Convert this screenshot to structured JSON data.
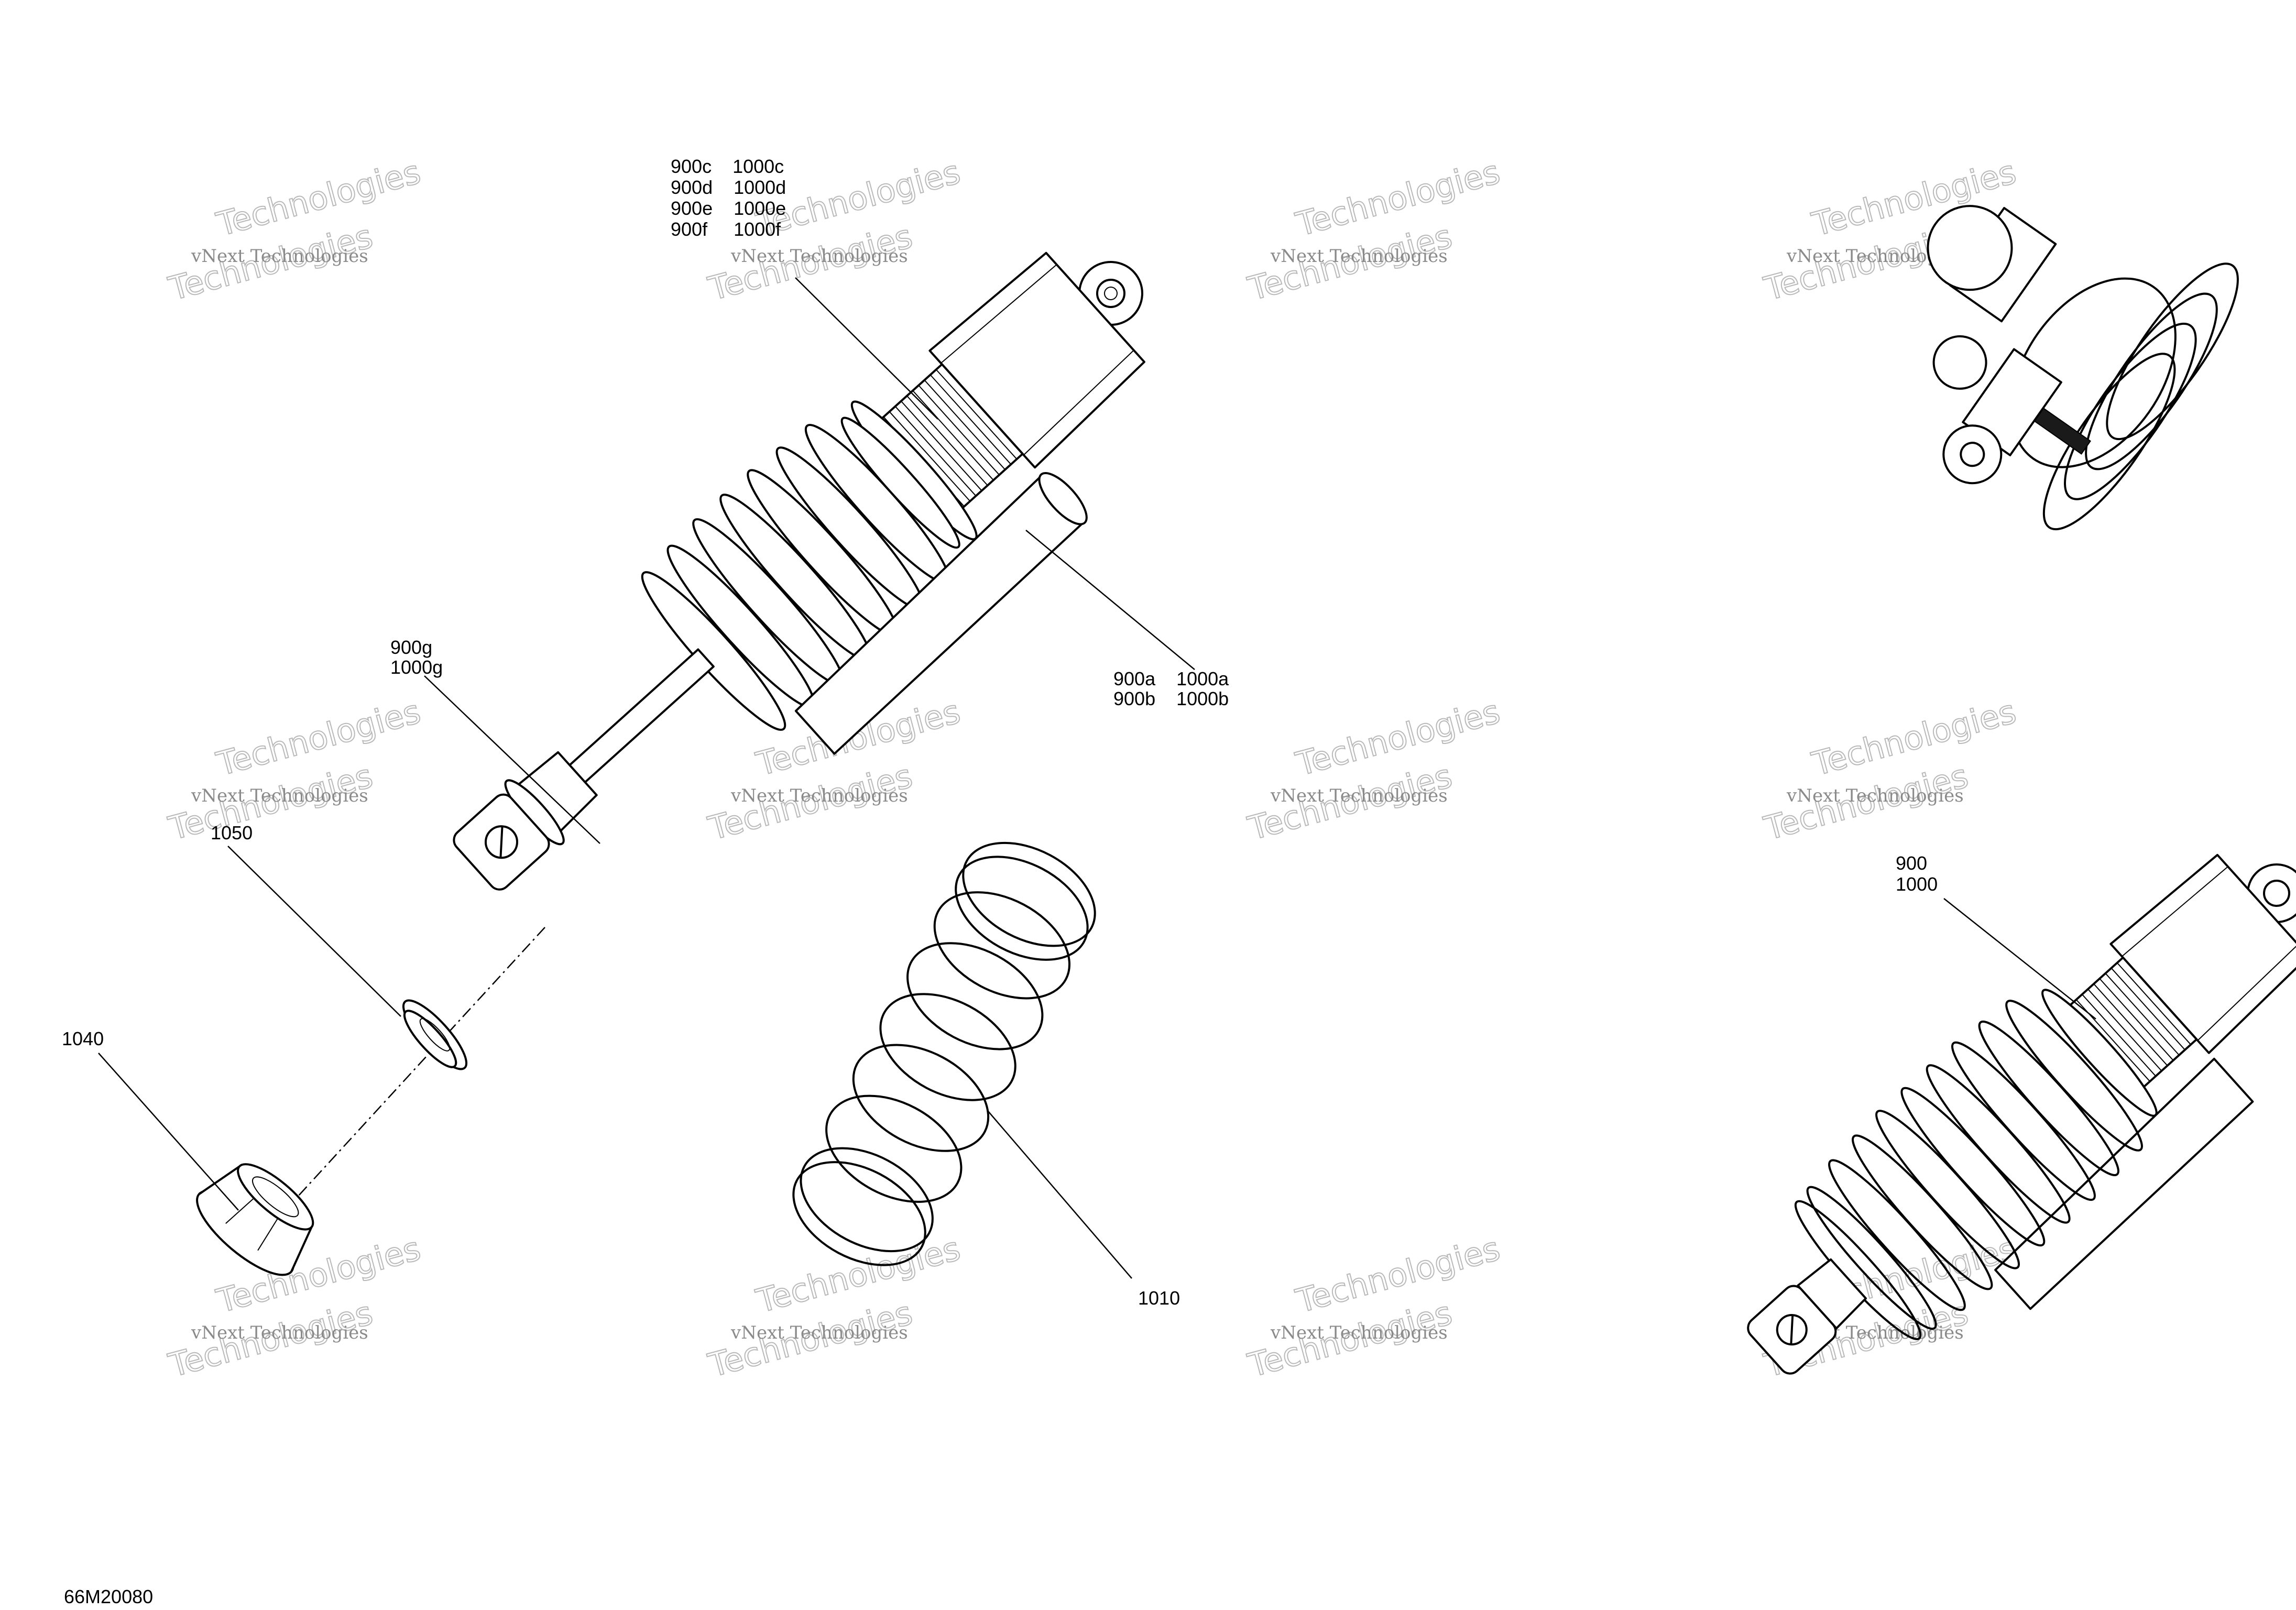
{
  "diagram": {
    "drawing_number": "66M20080",
    "watermark": {
      "line1": "vNext Technologies",
      "line2": "Technologies"
    },
    "callouts": {
      "top_shock_upper": [
        "900c    1000c",
        "900d    1000d",
        "900e    1000e",
        "900f     1000f"
      ],
      "top_shock_right": [
        "900a    1000a",
        "900b    1000b"
      ],
      "top_shock_left": [
        "900g",
        "1000g"
      ],
      "retainer": "1050",
      "spring_seat": "1040",
      "spring": "1010",
      "assembly": [
        "900",
        "1000"
      ]
    }
  }
}
